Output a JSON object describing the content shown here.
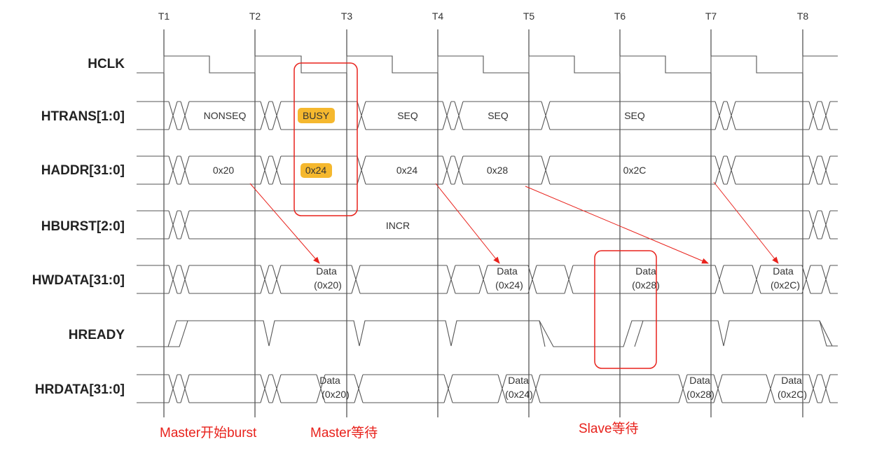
{
  "ticks": [
    "T1",
    "T2",
    "T3",
    "T4",
    "T5",
    "T6",
    "T7",
    "T8"
  ],
  "signals": {
    "hclk": "HCLK",
    "htrans": "HTRANS[1:0]",
    "haddr": "HADDR[31:0]",
    "hburst": "HBURST[2:0]",
    "hwdata": "HWDATA[31:0]",
    "hready": "HREADY",
    "hrdata": "HRDATA[31:0]"
  },
  "htrans_values": [
    "NONSEQ",
    "BUSY",
    "SEQ",
    "SEQ",
    "SEQ"
  ],
  "haddr_values": [
    "0x20",
    "0x24",
    "0x24",
    "0x28",
    "0x2C"
  ],
  "hburst_value": "INCR",
  "hwdata_values": [
    {
      "line1": "Data",
      "line2": "(0x20)"
    },
    {
      "line1": "Data",
      "line2": "(0x24)"
    },
    {
      "line1": "Data",
      "line2": "(0x28)"
    },
    {
      "line1": "Data",
      "line2": "(0x2C)"
    }
  ],
  "hrdata_values": [
    {
      "line1": "Data",
      "line2": "(0x20)"
    },
    {
      "line1": "Data",
      "line2": "(0x24)"
    },
    {
      "line1": "Data",
      "line2": "(0x28)"
    },
    {
      "line1": "Data",
      "line2": "(0x2C)"
    }
  ],
  "annotations": {
    "master_start": "Master开始burst",
    "master_wait": "Master等待",
    "slave_wait": "Slave等待"
  },
  "colors": {
    "annotation": "#e8221c",
    "highlight": "#f5b82e",
    "signal_line": "#555555"
  }
}
